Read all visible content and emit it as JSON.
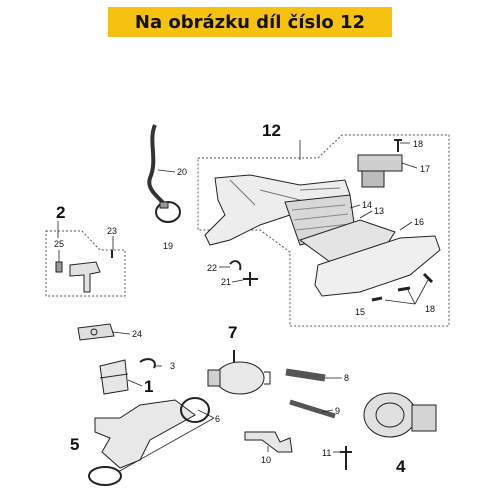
{
  "banner": {
    "text": "Na obrázku díl číslo 12",
    "color": "#f6c20f"
  },
  "labels": {
    "l12": "12",
    "l18a": "18",
    "l17": "17",
    "l20": "20",
    "l14": "14",
    "l13": "13",
    "l16": "16",
    "l2": "2",
    "l23": "23",
    "l25": "25",
    "l19": "19",
    "l22": "22",
    "l21": "21",
    "l15": "15",
    "l18b": "18",
    "l24": "24",
    "l7": "7",
    "l3": "3",
    "l1": "1",
    "l8": "8",
    "l6": "6",
    "l9": "9",
    "l5": "5",
    "l10": "10",
    "l11": "11",
    "l4": "4"
  }
}
